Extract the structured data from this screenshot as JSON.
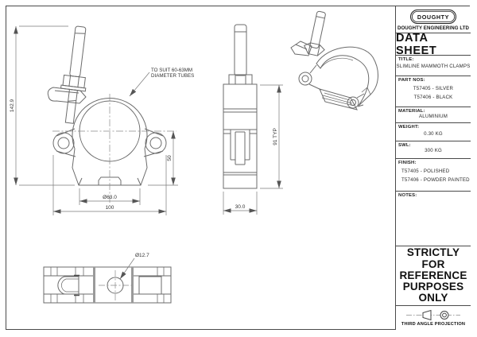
{
  "colors": {
    "object_line": "#6b6b6b",
    "dim_line": "#7a7a7a",
    "text": "#333333",
    "panel_border": "#4a4a4a",
    "background": "#ffffff"
  },
  "drawing": {
    "tube_note_line1": "TO SUIT 60-63MM",
    "tube_note_line2": "DIAMETER TUBES",
    "dims": {
      "overall_height": "142.9",
      "body_height": "50",
      "tube_diameter": "Ø63.0",
      "overall_width": "100",
      "side_height": "91 TYP",
      "side_width": "30.0",
      "hole_diameter": "Ø12.7"
    }
  },
  "panel": {
    "logo_text": "DOUGHTY",
    "company": "DOUGHTY ENGINEERING LTD",
    "doc_title": "DATA SHEET",
    "title_label": "TITLE:",
    "title_value": "SLIMLINE MAMMOTH CLAMPS",
    "part_nos_label": "PART NOS:",
    "part_no_1": "T57405 - SILVER",
    "part_no_2": "T57406 - BLACK",
    "material_label": "MATERIAL:",
    "material_value": "ALUMINIUM",
    "weight_label": "WEIGHT:",
    "weight_value": "0.30 KG",
    "swl_label": "SWL:",
    "swl_value": "300 KG",
    "finish_label": "FINISH:",
    "finish_1": "T57405 - POLISHED",
    "finish_2": "T57406 - POWDER PAINTED",
    "notes_label": "NOTES:",
    "warning_line1": "STRICTLY",
    "warning_line2": "FOR",
    "warning_line3": "REFERENCE",
    "warning_line4": "PURPOSES",
    "warning_line5": "ONLY",
    "projection_label": "THIRD ANGLE PROJECTION"
  }
}
